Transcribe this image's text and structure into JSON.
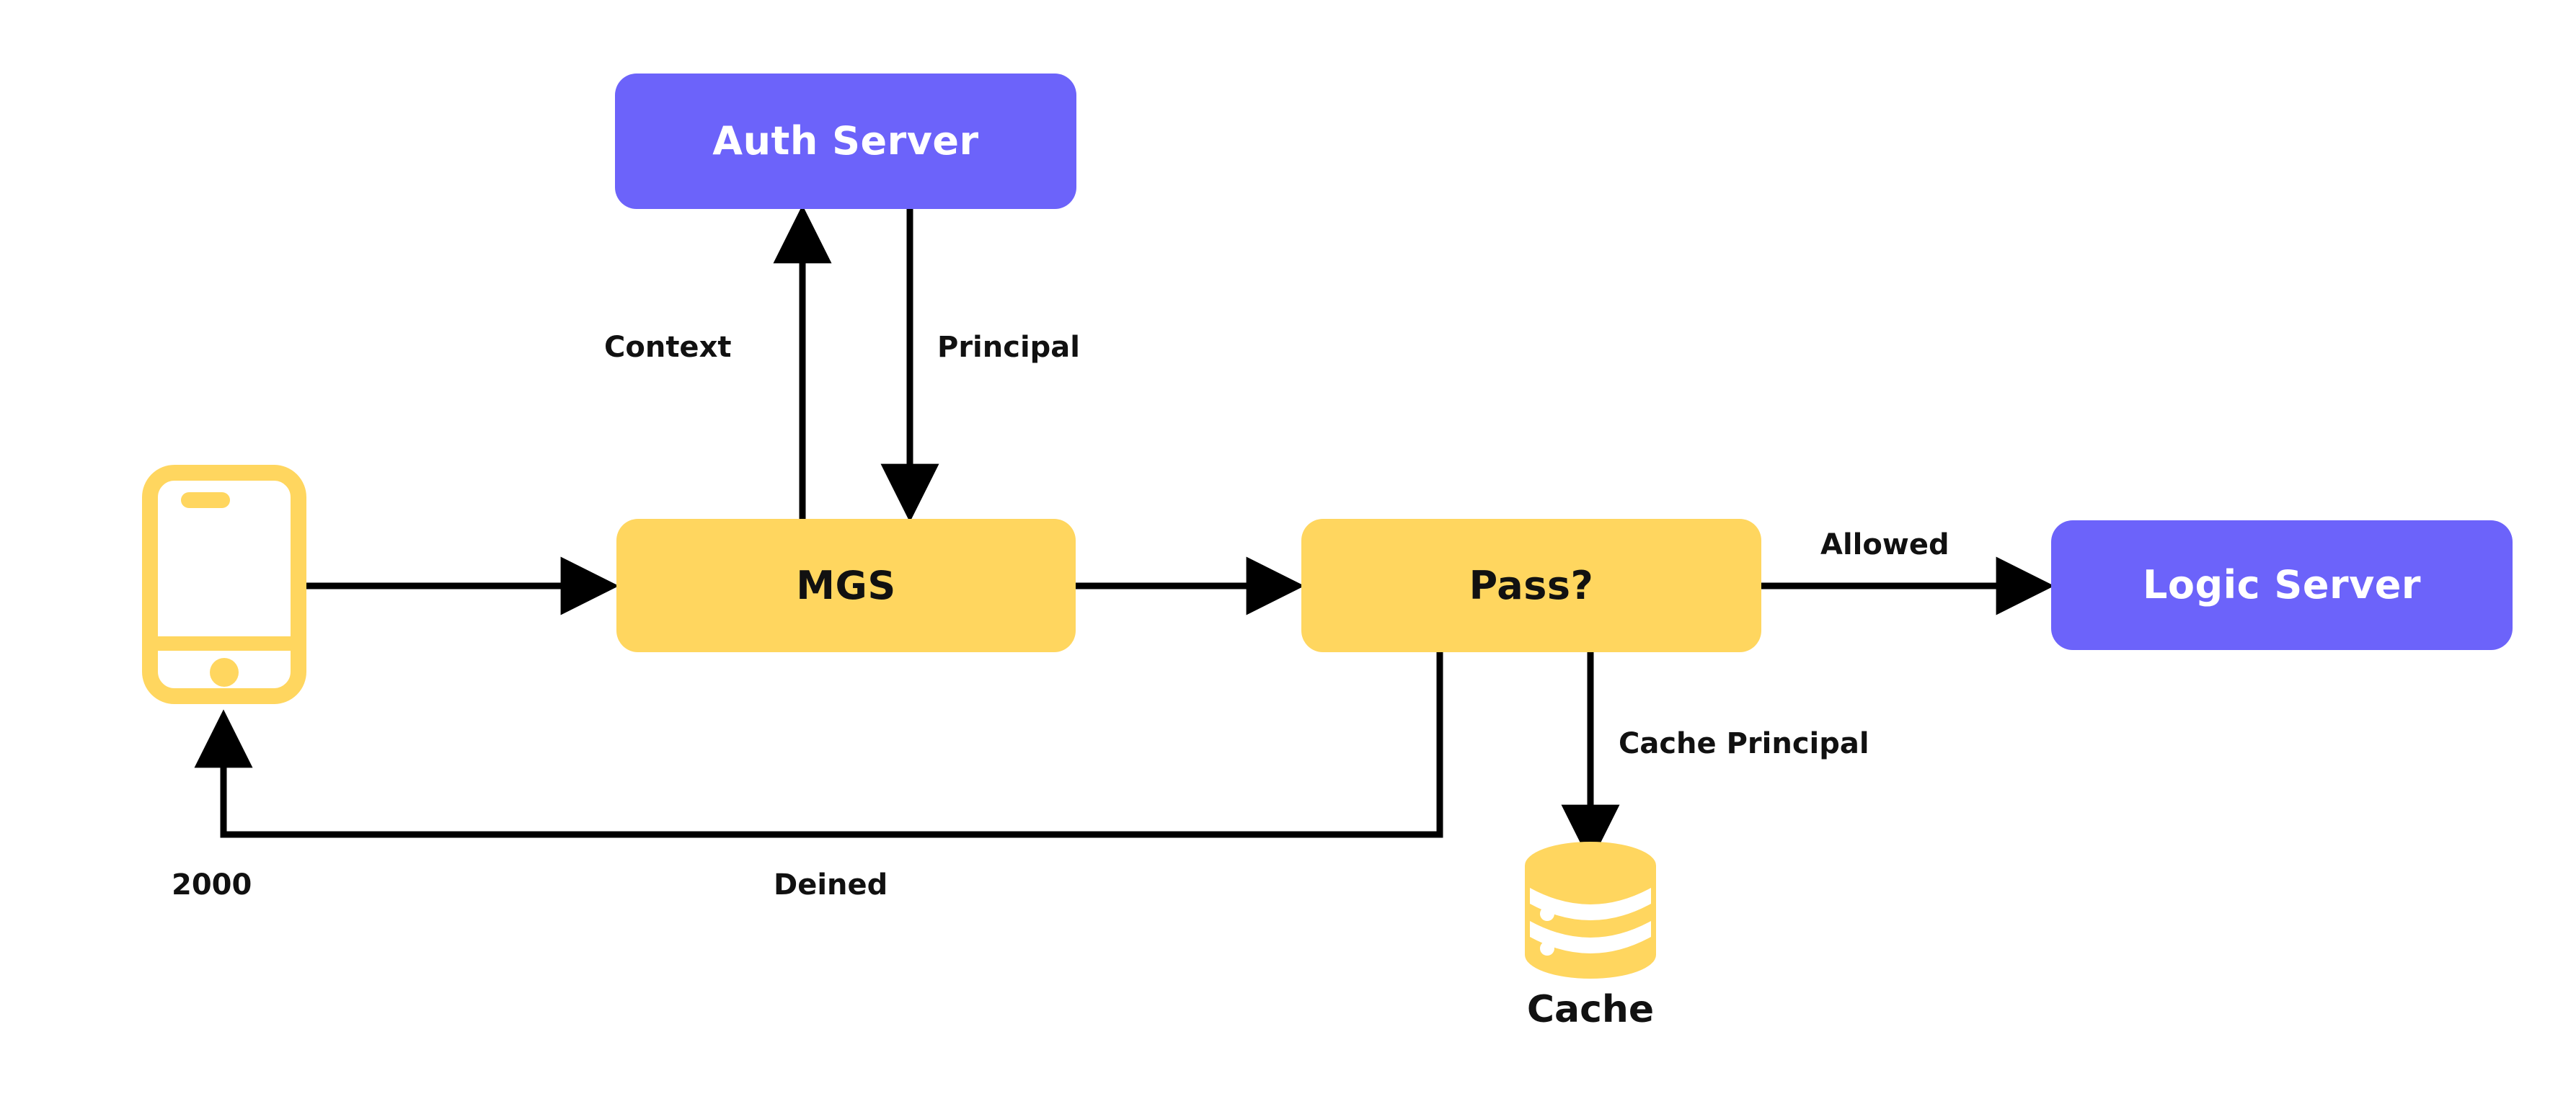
{
  "diagram": {
    "title": "Auth gateway request flow",
    "background_color": "#ffffff",
    "colors": {
      "purple": "#6C63FA",
      "yellow": "#FFD65F",
      "line": "#000000",
      "text_on_purple": "#FFFFFF",
      "text_on_dark": "#111111"
    },
    "nodes": [
      {
        "id": "phone",
        "label": "",
        "shape": "mobile-icon",
        "color": "#FFD65F"
      },
      {
        "id": "auth_server",
        "label": "Auth Server",
        "shape": "rounded-rect",
        "color": "#6C63FA"
      },
      {
        "id": "mgs",
        "label": "MGS",
        "shape": "rounded-rect",
        "color": "#FFD65F"
      },
      {
        "id": "pass",
        "label": "Pass?",
        "shape": "rounded-rect",
        "color": "#FFD65F"
      },
      {
        "id": "logic_server",
        "label": "Logic Server",
        "shape": "rounded-rect",
        "color": "#6C63FA"
      },
      {
        "id": "cache",
        "label": "Cache",
        "shape": "database-icon",
        "color": "#FFD65F"
      }
    ],
    "edges": [
      {
        "id": "phone_to_mgs",
        "from": "phone",
        "to": "mgs",
        "label": ""
      },
      {
        "id": "mgs_to_auth",
        "from": "mgs",
        "to": "auth_server",
        "label": "Context"
      },
      {
        "id": "auth_to_mgs",
        "from": "auth_server",
        "to": "mgs",
        "label": "Principal"
      },
      {
        "id": "mgs_to_pass",
        "from": "mgs",
        "to": "pass",
        "label": ""
      },
      {
        "id": "pass_to_logic",
        "from": "pass",
        "to": "logic_server",
        "label": "Allowed"
      },
      {
        "id": "pass_to_cache",
        "from": "pass",
        "to": "cache",
        "label": "Cache Principal"
      },
      {
        "id": "pass_to_phone",
        "from": "pass",
        "to": "phone",
        "label": "Deined"
      },
      {
        "id": "phone_return_code",
        "from": "pass",
        "to": "phone",
        "label": "2000"
      }
    ],
    "labels": {
      "auth_server": "Auth Server",
      "mgs": "MGS",
      "pass": "Pass?",
      "logic_server": "Logic Server",
      "cache": "Cache",
      "context": "Context",
      "principal": "Principal",
      "allowed": "Allowed",
      "cache_principal": "Cache Principal",
      "deined": "Deined",
      "code_2000": "2000"
    }
  }
}
